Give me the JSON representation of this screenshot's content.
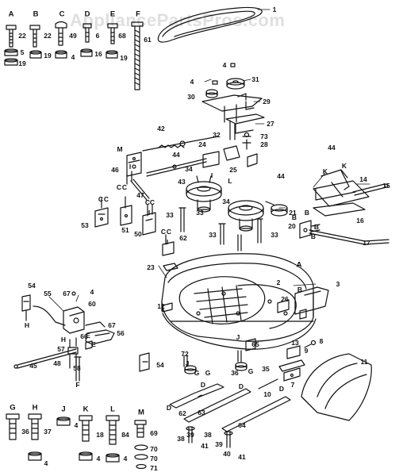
{
  "watermark": "AppliancePartsPros.com",
  "colors": {
    "line": "#111111",
    "background": "#ffffff",
    "watermark": "#8c8c8c"
  },
  "letters": {
    "A1": "A",
    "B1": "B",
    "C1": "C",
    "D1": "D",
    "E1": "E",
    "F1": "F",
    "G2": "G",
    "H2": "H",
    "J2": "J",
    "K2": "K",
    "L2": "L",
    "M2": "M",
    "M_left": "M",
    "C_a": "C",
    "C_b": "C",
    "C_c": "C",
    "C_d": "C",
    "C_e": "C",
    "C_f": "C",
    "C_g": "C",
    "C_h": "C",
    "C_i": "C",
    "C_j": "C",
    "I_a": "I",
    "I_b": "I",
    "I_c": "I",
    "I_d": "I",
    "L_a": "L",
    "K_a": "K",
    "K_b": "K",
    "B_a": "B",
    "B_b": "B",
    "B_c": "B",
    "B_d": "B",
    "A_mid": "A",
    "H_a": "H",
    "H_b": "H",
    "F_a": "F",
    "E_a": "E",
    "E_b": "E",
    "J_a": "J",
    "J_b": "J",
    "G_a": "G",
    "G_b": "G",
    "G_c": "G",
    "D_a": "D",
    "D_b": "D",
    "D_c": "D",
    "D_d": "D",
    "B_e": "B"
  },
  "numbers": {
    "n22a": "22",
    "n22b": "22",
    "n49": "49",
    "n6": "6",
    "n68": "68",
    "n61": "61",
    "n5": "5",
    "n19a": "19",
    "n4a": "4",
    "n16a": "16",
    "n19b": "19",
    "n19c": "19",
    "n1": "1",
    "n4b": "4",
    "n31": "31",
    "n4c": "4",
    "n30": "30",
    "n29": "29",
    "n27": "27",
    "n73": "73",
    "n28": "28",
    "n42": "42",
    "n32": "32",
    "n24": "24",
    "n25": "25",
    "n44a": "44",
    "n46": "46",
    "n34a": "34",
    "n43": "43",
    "n47": "47",
    "n44b": "44",
    "n44c": "44",
    "n14": "14",
    "n15": "15",
    "n33a": "33",
    "n34b": "34",
    "n33b": "33",
    "n21": "21",
    "n20": "20",
    "n16b": "16",
    "n53": "53",
    "n51": "51",
    "n50": "50",
    "n62": "62",
    "n33c": "33",
    "n33d": "33",
    "n17": "17",
    "n23": "23",
    "n2": "2",
    "n3": "3",
    "n54a": "54",
    "n55": "55",
    "n67a": "67",
    "n4d": "4",
    "n60": "60",
    "n12": "12",
    "n26": "26",
    "n67b": "67",
    "n56": "56",
    "n57": "57",
    "n66": "66",
    "n45": "45",
    "n48": "48",
    "n58": "58",
    "n72": "72",
    "n65": "65",
    "n13": "13",
    "n9": "9",
    "n8": "8",
    "n54b": "54",
    "n11": "11",
    "n36a": "36",
    "n35": "35",
    "n10": "10",
    "n7": "7",
    "n62b": "62",
    "n63": "63",
    "n64": "64",
    "n38a": "38",
    "n39a": "39",
    "n41a": "41",
    "n38b": "38",
    "n39b": "39",
    "n40": "40",
    "n41b": "41",
    "n36b": "36",
    "n37": "37",
    "n4e": "4",
    "n4f": "4",
    "n18": "18",
    "n4g": "4",
    "n84": "84",
    "n69": "69",
    "n70": "70",
    "n71": "71",
    "n4h": "4"
  }
}
